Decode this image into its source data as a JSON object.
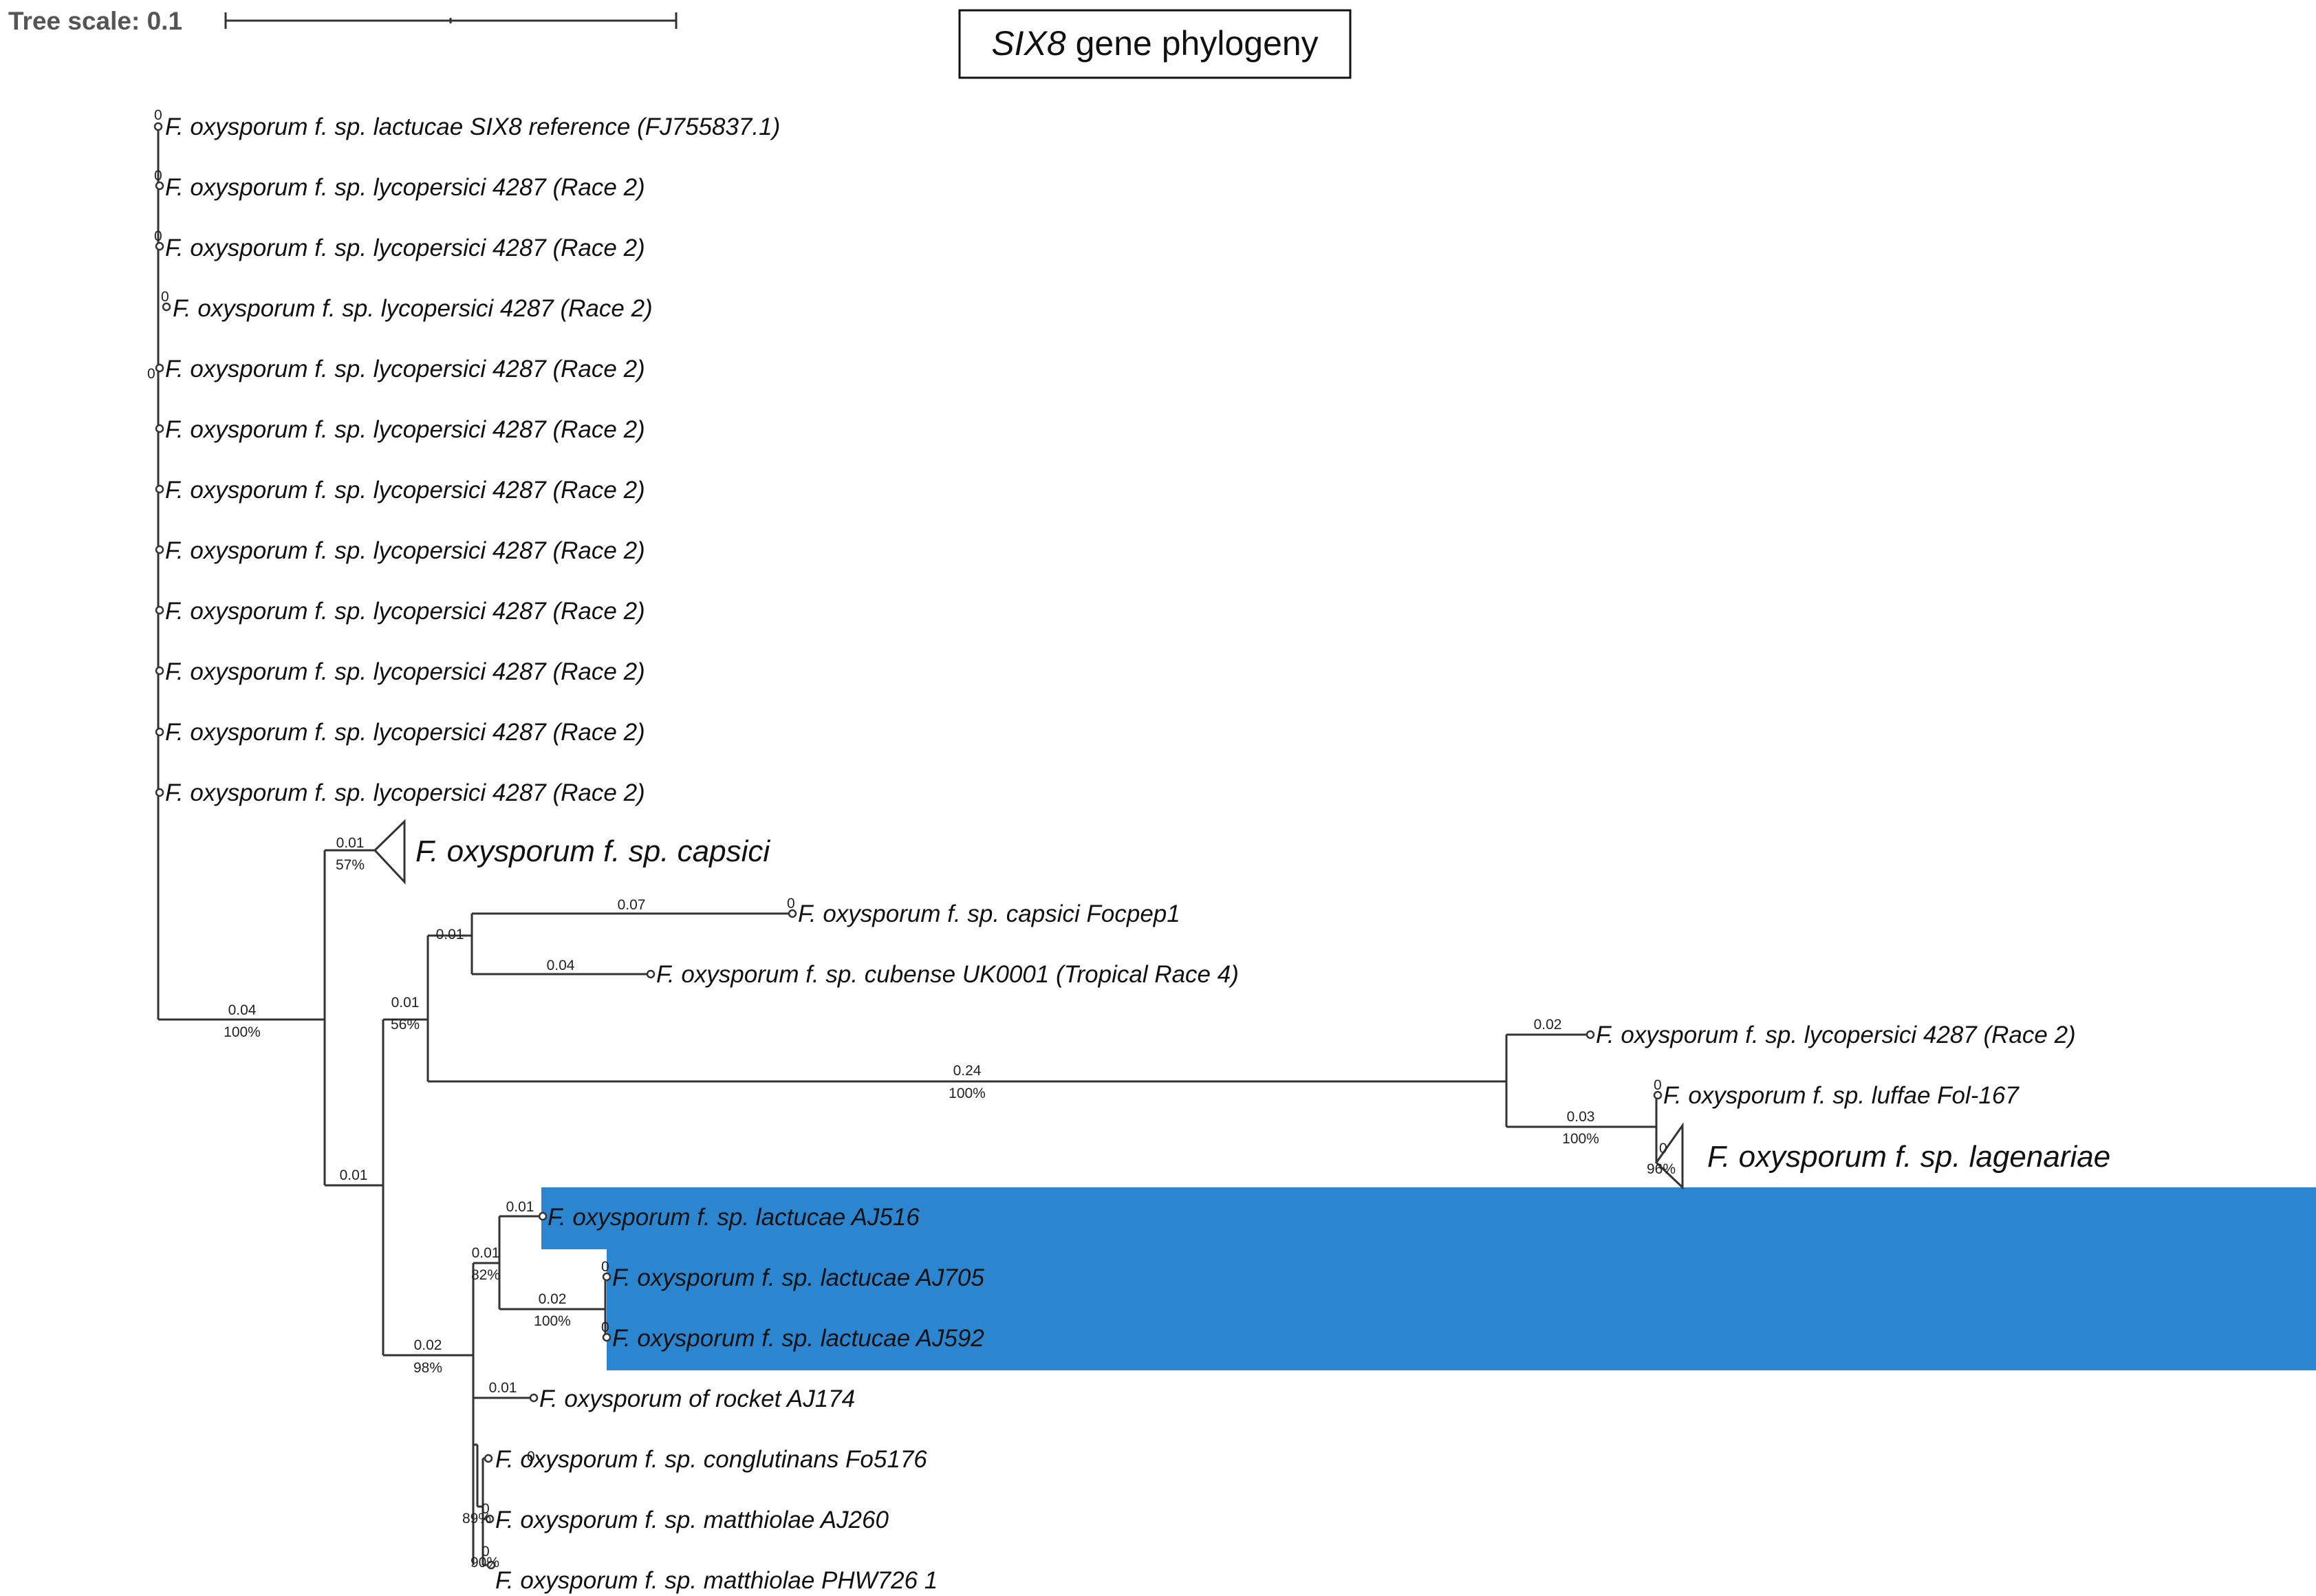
{
  "title": {
    "italic": "SIX8",
    "rest": " gene phylogeny"
  },
  "tree_scale_label": "Tree scale: 0.1",
  "highlight_color": "#2b86cf",
  "leaves": {
    "ref": "F. oxysporum f. sp. lactucae SIX8 reference (FJ755837.1)",
    "lyc4287": "F. oxysporum f. sp. lycopersici 4287 (Race 2)",
    "capsici_clade": "F. oxysporum f. sp. capsici",
    "focpep1": "F. oxysporum f. sp. capsici Focpep1",
    "uk0001": "F. oxysporum f. sp. cubense UK0001 (Tropical Race 4)",
    "luffae": "F. oxysporum f. sp. luffae Fol-167",
    "lagenariae_clade": "F. oxysporum f. sp. lagenariae",
    "aj516": "F. oxysporum f. sp. lactucae AJ516",
    "aj705": "F. oxysporum f. sp. lactucae AJ705",
    "aj592": "F. oxysporum f. sp. lactucae AJ592",
    "aj174": "F. oxysporum of rocket AJ174",
    "fo5176": "F. oxysporum f. sp. conglutinans Fo5176",
    "aj260": "F. oxysporum f. sp. matthiolae AJ260",
    "phw726": "F. oxysporum f. sp. matthiolae PHW726 1"
  },
  "branch_labels": {
    "zero": "0",
    "capsici_len": "0.01",
    "capsici_sup": "57%",
    "main_len": "0.04",
    "main_sup": "100%",
    "focpep1_len": "0.07",
    "uk0001_len": "0.04",
    "pair_len": "0.01",
    "group_len": "0.01",
    "group_sup": "56%",
    "long_len": "0.24",
    "long_sup": "100%",
    "lyc_right_len": "0.02",
    "luffae_node_len": "0.03",
    "luffae_node_sup": "100%",
    "lagenariae_sup": "96%",
    "lower_len": "0.01",
    "aj516_len": "0.01",
    "lactucae_len": "0.01",
    "lactucae_sup": "82%",
    "aj705_pair_len": "0.02",
    "aj705_pair_sup": "100%",
    "brass_len": "0.02",
    "brass_sup": "98%",
    "aj174_len": "0.01",
    "aj260_sup": "89%",
    "phw726_sup": "90%"
  }
}
